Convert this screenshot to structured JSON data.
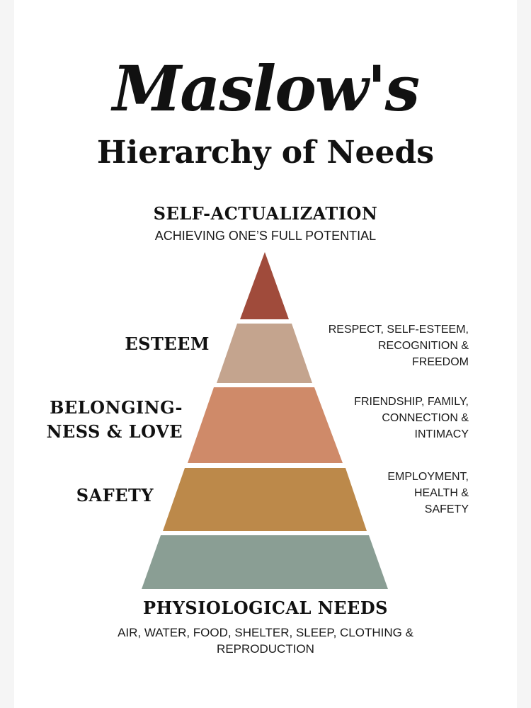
{
  "title": {
    "script": "Maslow's",
    "serif": "Hierarchy of Needs"
  },
  "levels": [
    {
      "key": "self-actualization",
      "name": "SELF-ACTUALIZATION",
      "description": "ACHIEVING ONE’S FULL POTENTIAL",
      "color": "#a04b3b"
    },
    {
      "key": "esteem",
      "name": "ESTEEM",
      "description": "RESPECT, SELF-ESTEEM,\nRECOGNITION &\nFREEDOM",
      "color": "#c4a48e"
    },
    {
      "key": "belongingness",
      "name": "BELONGING-\nNESS & LOVE",
      "description": "FRIENDSHIP, FAMILY,\nCONNECTION &\nINTIMACY",
      "color": "#cf8a69"
    },
    {
      "key": "safety",
      "name": "SAFETY",
      "description": "EMPLOYMENT,\nHEALTH &\nSAFETY",
      "color": "#bc894a"
    },
    {
      "key": "physiological",
      "name": "PHYSIOLOGICAL NEEDS",
      "description": "AIR, WATER, FOOD, SHELTER, SLEEP, CLOTHING &\nREPRODUCTION",
      "color": "#8a9e94"
    }
  ],
  "colors": {
    "background_outer": "#f5f5f5",
    "card": "#ffffff",
    "text": "#111111"
  }
}
